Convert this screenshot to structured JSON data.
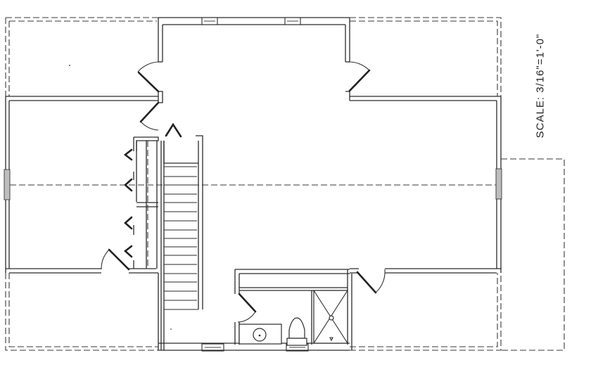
{
  "drawing": {
    "type": "floor-plan",
    "scale_label": "SCALE: 3/16\"=1'-0\"",
    "colors": {
      "line": "#2a2a2a",
      "background": "#ffffff",
      "window_glass": "#bdbdbd"
    }
  },
  "rooms": [
    {
      "name": "upper-left-eave"
    },
    {
      "name": "central-hall"
    },
    {
      "name": "upper-right-eave"
    },
    {
      "name": "left-bedroom"
    },
    {
      "name": "right-bedroom"
    },
    {
      "name": "lower-left-eave"
    },
    {
      "name": "stair"
    },
    {
      "name": "bathroom"
    },
    {
      "name": "lower-right-eave"
    },
    {
      "name": "right-annex"
    }
  ],
  "fixtures": [
    "sink-icon",
    "toilet-icon",
    "shower-icon"
  ]
}
